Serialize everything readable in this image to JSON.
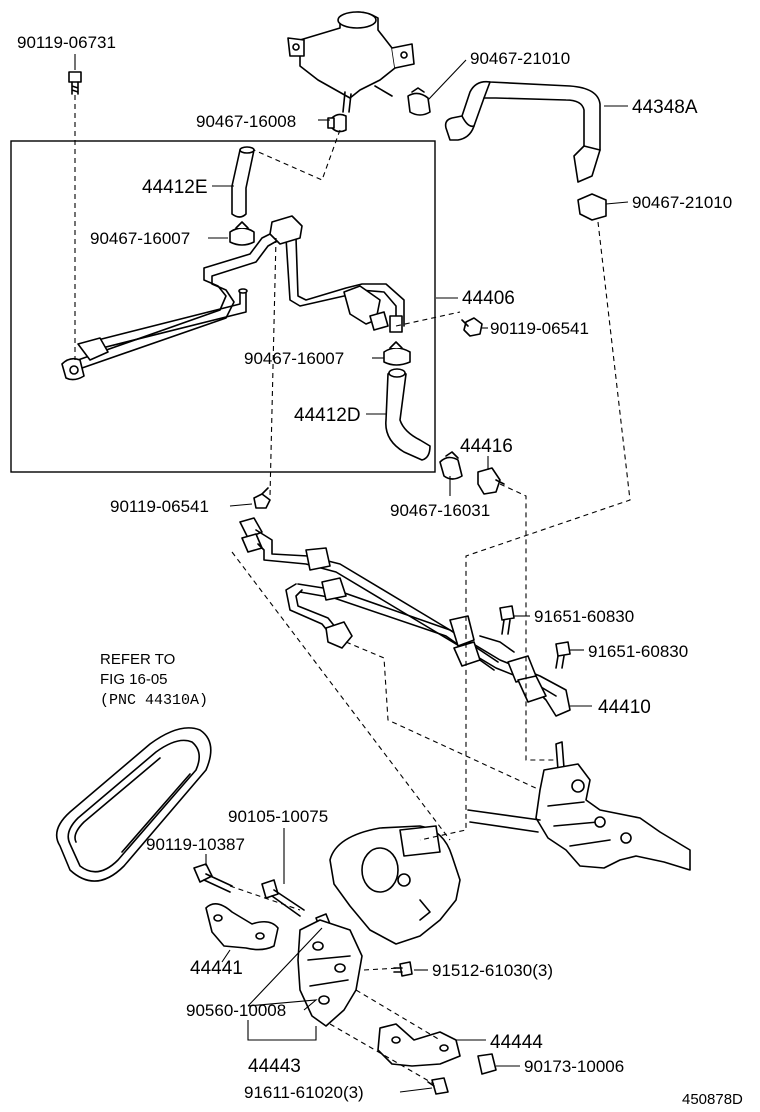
{
  "labels": {
    "p_90119_06731": "90119-06731",
    "p_90467_21010_a": "90467-21010",
    "p_44348A": "44348A",
    "p_90467_16008": "90467-16008",
    "p_90467_21010_b": "90467-21010",
    "p_44412E": "44412E",
    "p_90467_16007_a": "90467-16007",
    "p_44406": "44406",
    "p_90119_06541_a": "90119-06541",
    "p_90467_16007_b": "90467-16007",
    "p_44412D": "44412D",
    "p_44416": "44416",
    "p_90119_06541_b": "90119-06541",
    "p_90467_16031": "90467-16031",
    "p_91651_60830_a": "91651-60830",
    "p_91651_60830_b": "91651-60830",
    "p_44410": "44410",
    "ref_line1": "REFER TO",
    "ref_line2": "FIG 16-05",
    "ref_line3": "(PNC 44310A)",
    "p_90105_10075": "90105-10075",
    "p_90119_10387": "90119-10387",
    "p_44441": "44441",
    "p_91512_61030": "91512-61030(3)",
    "p_90560_10008": "90560-10008",
    "p_44444": "44444",
    "p_44443": "44443",
    "p_90173_10006": "90173-10006",
    "p_91611_61020": "91611-61020(3)",
    "drawing_id": "450878D"
  }
}
